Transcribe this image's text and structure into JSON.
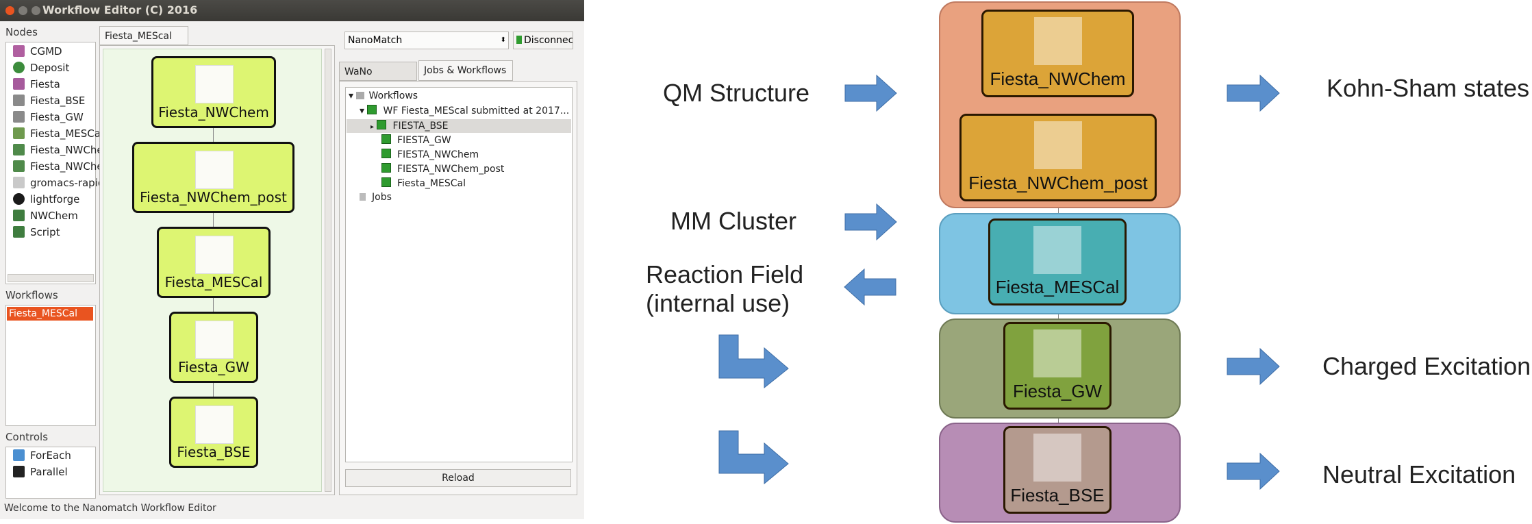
{
  "window": {
    "title": "Workflow Editor (C) 2016",
    "status_bar": "Welcome to the Nanomatch Workflow Editor"
  },
  "sidebar": {
    "nodes_label": "Nodes",
    "nodes": [
      {
        "label": "CGMD",
        "icon": "cgmd-icon",
        "color": "#b05fa0"
      },
      {
        "label": "Deposit",
        "icon": "deposit-icon",
        "color": "#3c8c3c"
      },
      {
        "label": "Fiesta",
        "icon": "fiesta-icon",
        "color": "#a65a9c"
      },
      {
        "label": "Fiesta_BSE",
        "icon": "fiesta-bse-icon",
        "color": "#8a8a8a"
      },
      {
        "label": "Fiesta_GW",
        "icon": "fiesta-gw-icon",
        "color": "#8a8a8a"
      },
      {
        "label": "Fiesta_MESCal",
        "icon": "fiesta-mescal-icon",
        "color": "#6f9a4e"
      },
      {
        "label": "Fiesta_NWChe",
        "icon": "fiesta-nwchem-icon",
        "color": "#4f8a4a"
      },
      {
        "label": "Fiesta_NWChe",
        "icon": "fiesta-nwchem-post-icon",
        "color": "#4f8a4a"
      },
      {
        "label": "gromacs-rapid",
        "icon": "gromacs-icon",
        "color": "#c9c9c9"
      },
      {
        "label": "lightforge",
        "icon": "lightforge-icon",
        "color": "#1a1a1a"
      },
      {
        "label": "NWChem",
        "icon": "nwchem-icon",
        "color": "#3f7d3f"
      },
      {
        "label": "Script",
        "icon": "script-icon",
        "color": "#3f7d3f"
      }
    ],
    "workflows_label": "Workflows",
    "workflows": [
      "Fiesta_MESCal"
    ],
    "controls_label": "Controls",
    "controls": [
      {
        "label": "ForEach",
        "icon": "foreach-icon"
      },
      {
        "label": "Parallel",
        "icon": "parallel-icon"
      }
    ]
  },
  "canvas": {
    "tab_label": "Fiesta_MEScal",
    "nodes": [
      "Fiesta_NWChem",
      "Fiesta_NWChem_post",
      "Fiesta_MESCal",
      "Fiesta_GW",
      "Fiesta_BSE"
    ]
  },
  "right_panel": {
    "server_select": "NanoMatch",
    "connection": "Disconnect",
    "tabs": [
      "WaNo Settings",
      "Jobs & Workflows"
    ],
    "tree": {
      "root": "Workflows",
      "workflow": "WF Fiesta_MEScal submitted at 2017...",
      "jobs": [
        "FIESTA_BSE",
        "FIESTA_GW",
        "FIESTA_NWChem",
        "FIESTA_NWChem_post",
        "Fiesta_MESCal"
      ],
      "jobs_root": "Jobs"
    },
    "reload": "Reload"
  },
  "diagram": {
    "inputs": [
      "QM Structure",
      "MM Cluster",
      "Reaction Field",
      "(internal use)"
    ],
    "outputs": [
      "Kohn-Sham states",
      "Charged Excitation",
      "Neutral Excitation"
    ],
    "nodes": [
      "Fiesta_NWChem",
      "Fiesta_NWChem_post",
      "Fiesta_MESCal",
      "Fiesta_GW",
      "Fiesta_BSE"
    ],
    "colors": {
      "qm_band": "#e9a17f",
      "mm_band": "#7ec4e3",
      "gw_band": "#9aa67a",
      "bse_band": "#b78db5",
      "qm_node": "#dca438",
      "mm_node": "#48aeb2",
      "gw_node": "#80a23e",
      "bse_node": "#b49a8e",
      "arrow": "#5a8fcc"
    }
  }
}
